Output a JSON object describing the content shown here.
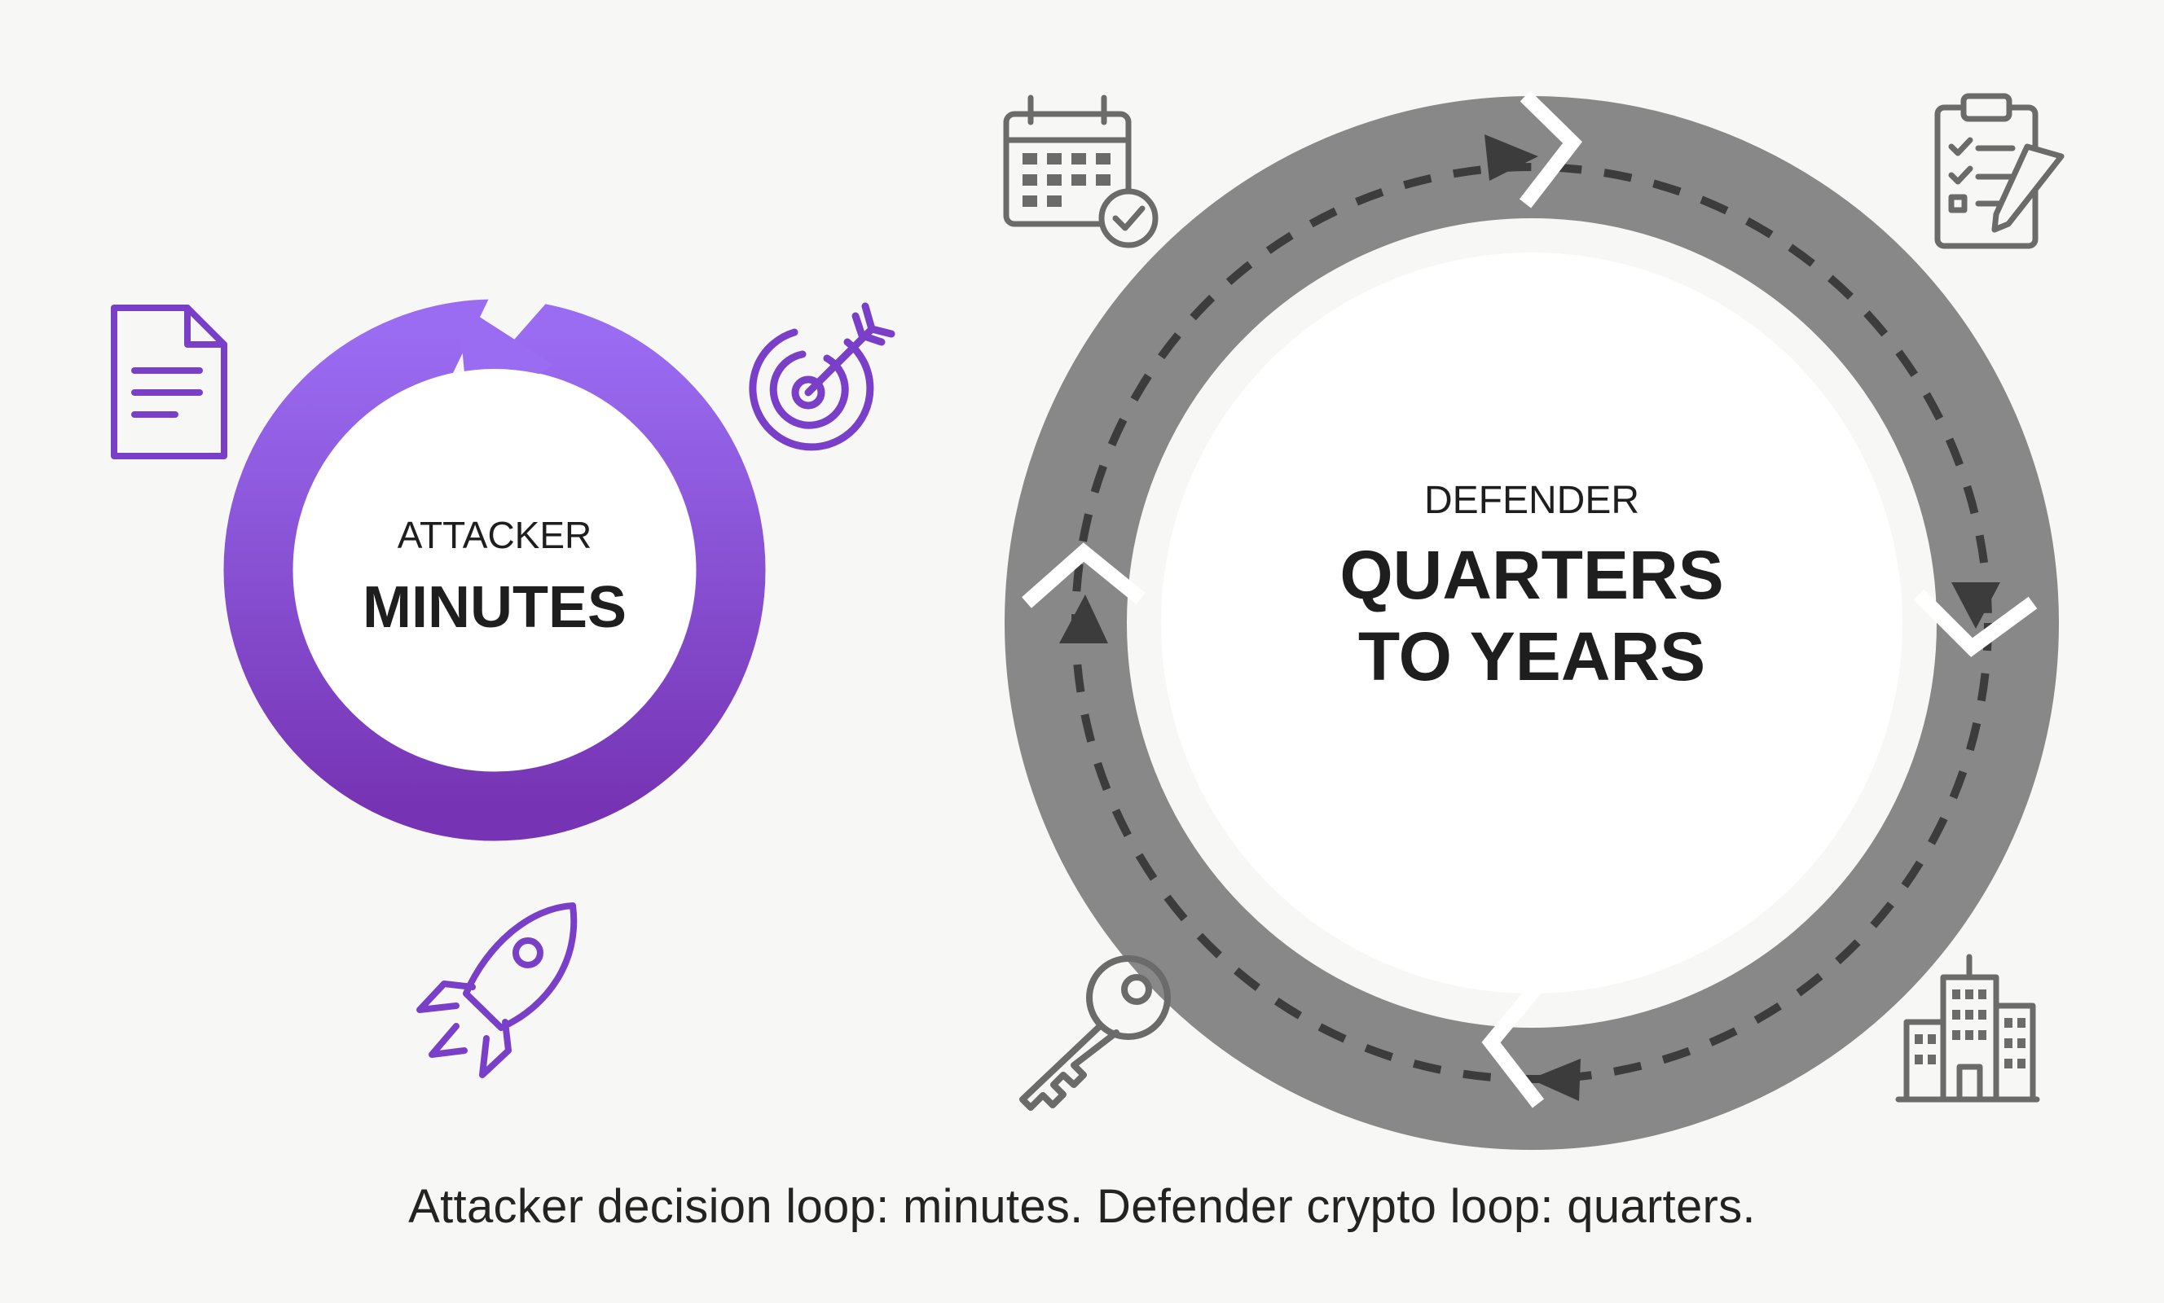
{
  "attacker": {
    "label": "ATTACKER",
    "timeframe": "MINUTES",
    "color_light": "#9a6cf2",
    "color_dark": "#7634b4",
    "icons": [
      "document-icon",
      "target-icon",
      "rocket-icon"
    ]
  },
  "defender": {
    "label": "DEFENDER",
    "timeframe_line1": "QUARTERS",
    "timeframe_line2": "TO YEARS",
    "ring_color": "#888888",
    "dash_color": "#3c3c3c",
    "icons": [
      "calendar-check-icon",
      "clipboard-checklist-icon",
      "buildings-icon",
      "key-icon"
    ]
  },
  "caption": "Attacker decision loop: minutes. Defender crypto loop: quarters."
}
